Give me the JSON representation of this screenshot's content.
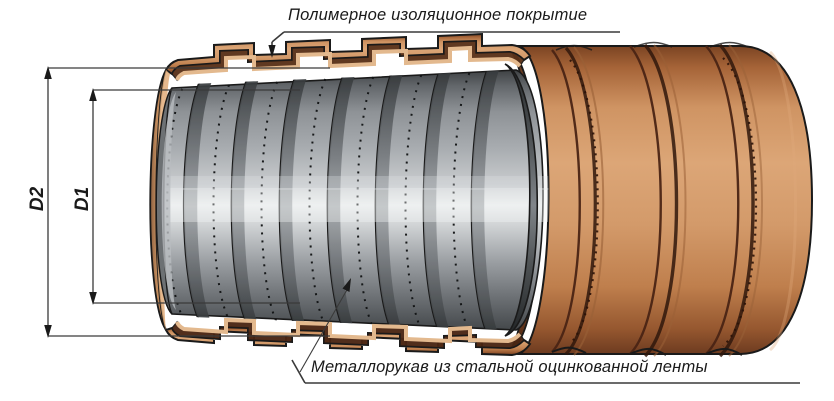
{
  "diagram": {
    "title": "Cutaway view of polymer-coated galvanized steel flexible conduit",
    "callouts": {
      "coating": "Полимерное изоляционное покрытие",
      "conduit": "Металлорукав из стальной оцинкованной ленты"
    },
    "dimensions": {
      "outer": "D2",
      "inner": "D1"
    },
    "icons": {
      "coating_leader": "leader-arrow-icon",
      "conduit_leader": "leader-arrow-icon",
      "dim_arrow": "dimension-arrow-icon"
    },
    "colors": {
      "polymer_light": "#d49a68",
      "polymer_mid": "#c07a47",
      "polymer_dark": "#6b3b21",
      "polymer_shadow": "#4a2615",
      "steel_light": "#e8e9ea",
      "steel_mid": "#9a9c9e",
      "steel_dark": "#4d5052",
      "outline": "#1a1a1a",
      "dimension_line": "#333333",
      "background": "#ffffff"
    }
  }
}
